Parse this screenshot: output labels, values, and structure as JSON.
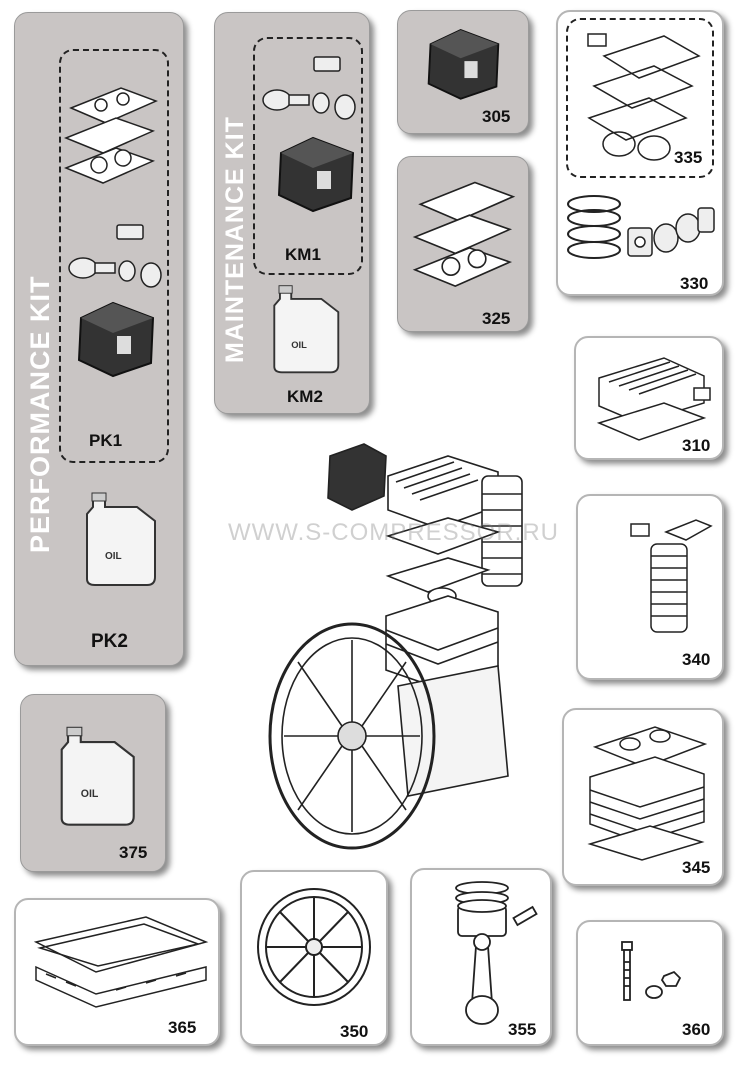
{
  "kits": {
    "performance": {
      "title": "PERFORMANCE  KIT",
      "kit_label": "PK1",
      "oil_label": "PK2",
      "bottle_text": "OIL"
    },
    "maintenance": {
      "title": "MAINTENANCE KIT",
      "kit_label": "KM1",
      "oil_label": "KM2",
      "bottle_text": "OIL"
    }
  },
  "parts": {
    "p305": "305",
    "p325": "325",
    "p335": "335",
    "p330": "330",
    "p310": "310",
    "p340": "340",
    "p345": "345",
    "p375": "375",
    "p365": "365",
    "p350": "350",
    "p355": "355",
    "p360": "360"
  },
  "oil_375": "OIL",
  "watermark": "WWW.S-COMPRESSOR.RU",
  "colors": {
    "panel_gray": "#c9c5c4",
    "panel_white": "#ffffff",
    "ink": "#111111"
  }
}
